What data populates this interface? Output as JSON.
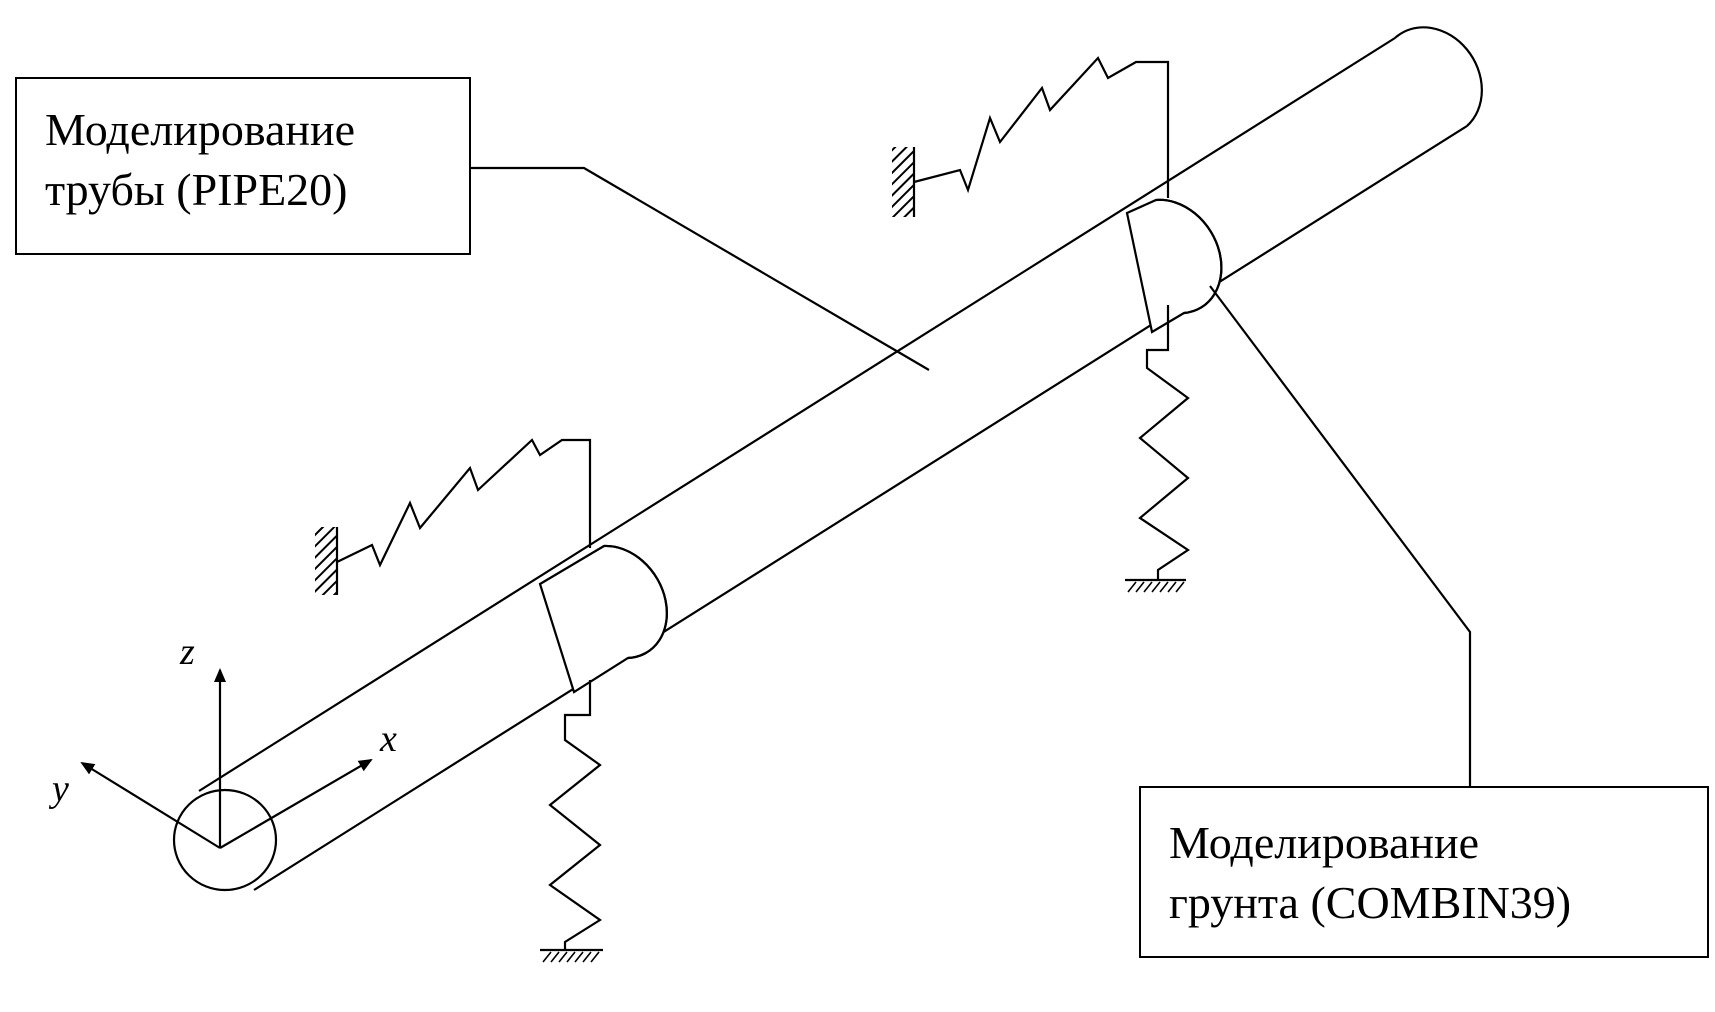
{
  "labels": {
    "pipe": {
      "line1": "Моделирование",
      "line2": "трубы (PIPE20)"
    },
    "soil": {
      "line1": "Моделирование",
      "line2": "грунта (COMBIN39)"
    }
  },
  "axes": {
    "x": "x",
    "y": "y",
    "z": "z"
  },
  "colors": {
    "stroke": "#000000",
    "background": "#ffffff"
  }
}
